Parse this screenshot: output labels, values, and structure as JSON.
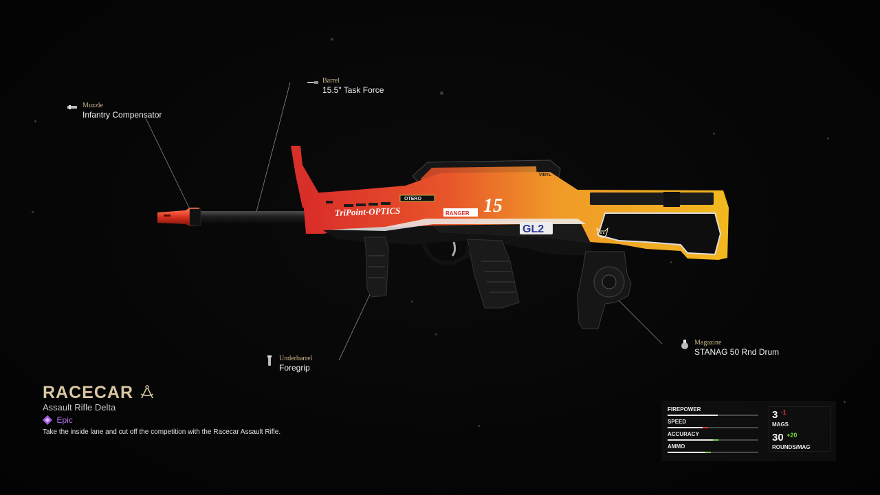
{
  "attachments": {
    "muzzle": {
      "category": "Muzzle",
      "name": "Infantry Compensator"
    },
    "barrel": {
      "category": "Barrel",
      "name": "15.5\" Task Force"
    },
    "underbarrel": {
      "category": "Underbarrel",
      "name": "Foregrip"
    },
    "magazine": {
      "category": "Magazine",
      "name": "STANAG 50 Rnd Drum"
    }
  },
  "weapon": {
    "name": "RACECAR",
    "class": "Assault Rifle Delta",
    "rarity": "Epic",
    "description": "Take the inside lane and cut off the competition with the Racecar Assault Rifle.",
    "decals": {
      "brand": "TriPoint-OPTICS",
      "number": "15",
      "ranger": "RANGER",
      "otero": "OTERO",
      "gl2": "GL2",
      "vinyl": "VINYL"
    }
  },
  "stats": [
    {
      "label": "FIREPOWER",
      "value": 0.55,
      "delta": 0.0
    },
    {
      "label": "SPEED",
      "value": 0.45,
      "delta": -0.06
    },
    {
      "label": "ACCURACY",
      "value": 0.5,
      "delta": 0.06
    },
    {
      "label": "AMMO",
      "value": 0.42,
      "delta": 0.06
    }
  ],
  "ammo": {
    "mags": {
      "value": "3",
      "delta": "-1",
      "label": "MAGS"
    },
    "rounds": {
      "value": "30",
      "delta": "+20",
      "label": "ROUNDS/MAG"
    }
  },
  "colors": {
    "gold": "#d8c7a0",
    "epic": "#b074e8",
    "positive": "#7bd63c",
    "negative": "#e0382e",
    "red_body": "#d9302a",
    "yellow_body": "#f0b020"
  }
}
